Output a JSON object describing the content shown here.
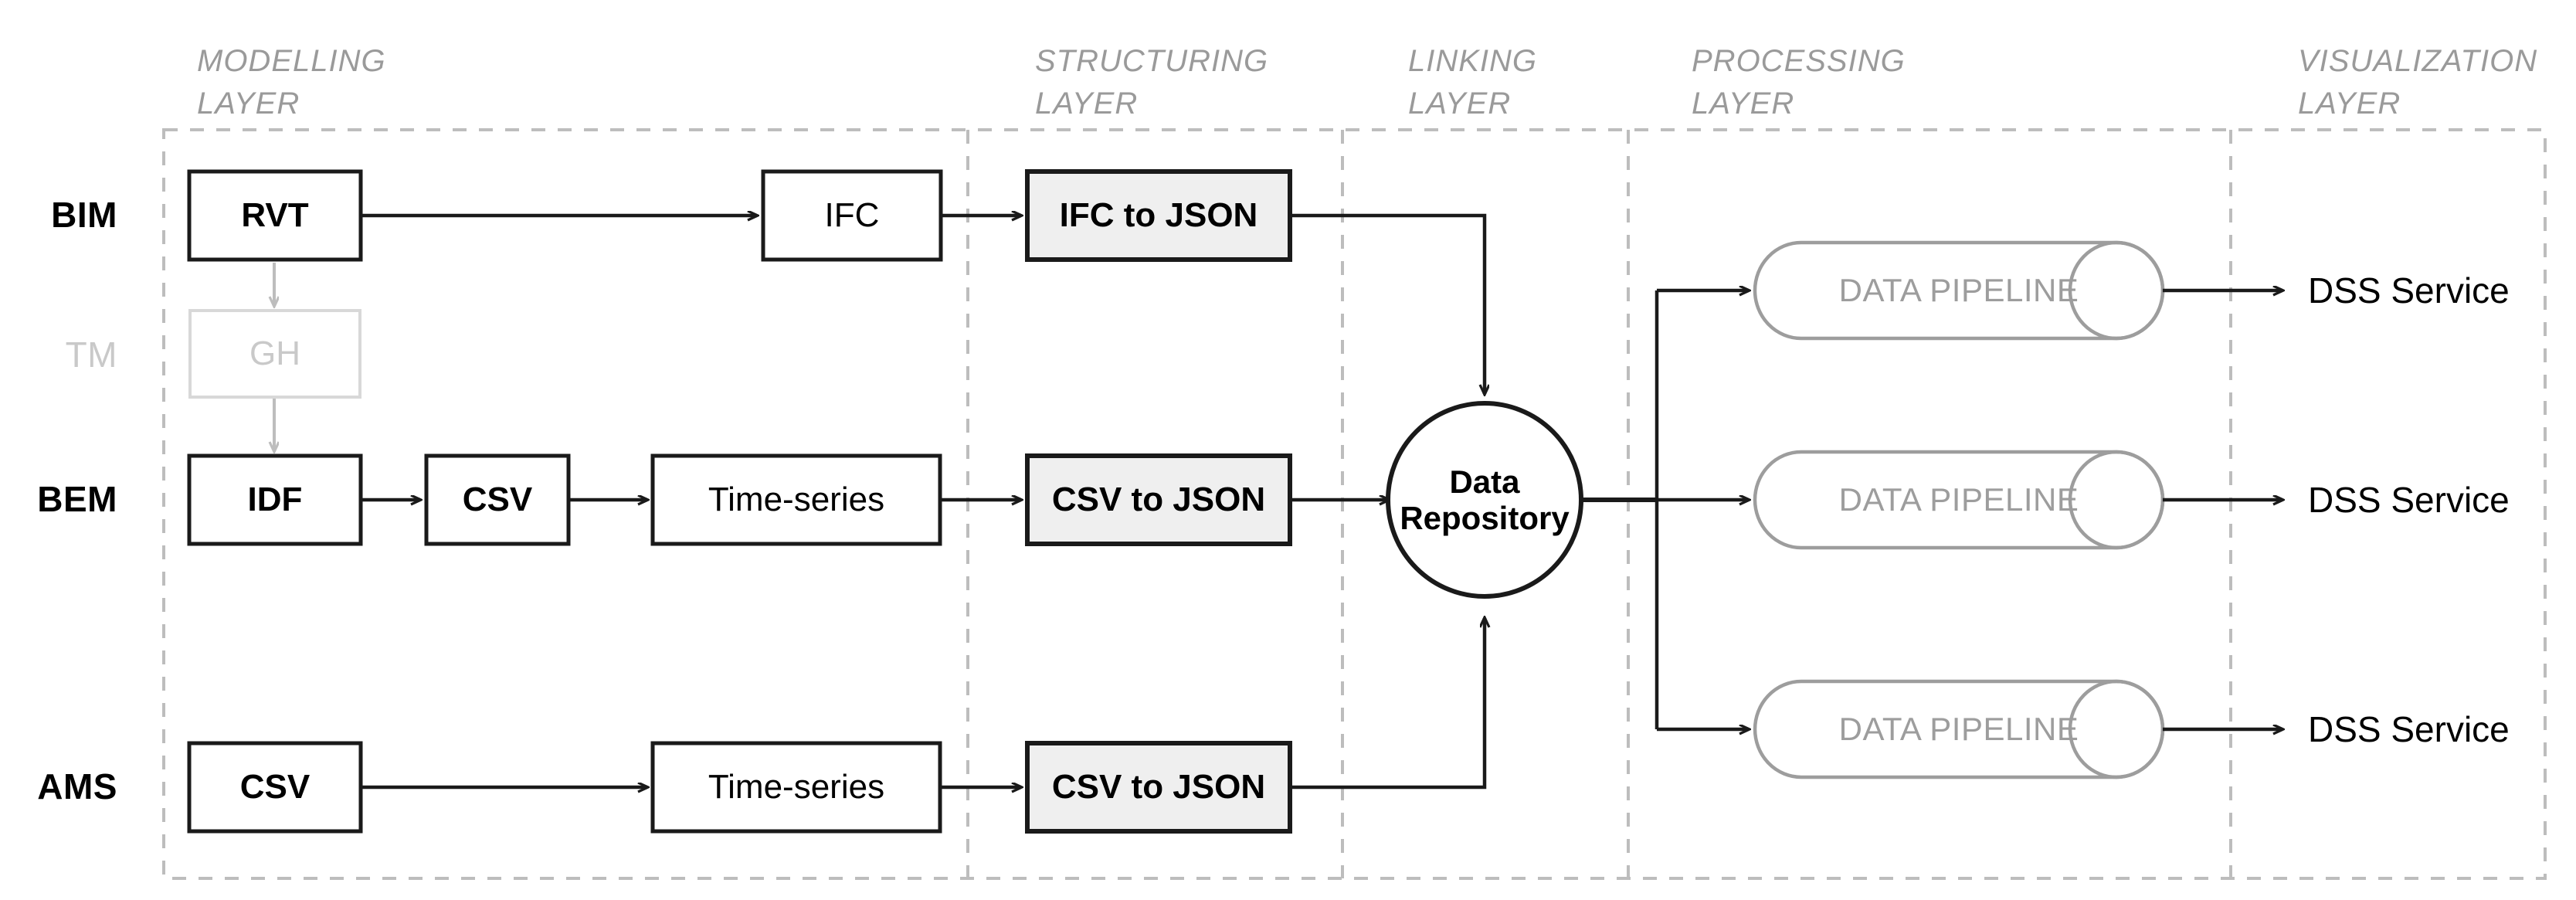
{
  "diagram": {
    "title": "BIM-BEM-AMS data integration layered architecture",
    "colors": {
      "stroke_black": "#1a1a1a",
      "stroke_grey": "#9d9d9d",
      "dashed_grey": "#bdbdbd",
      "muted_text": "#c9c9c9",
      "layer_title": "#9a9a9a",
      "process_fill": "#efefef"
    },
    "layers": [
      {
        "id": "modelling",
        "title": "MODELLING\nLAYER"
      },
      {
        "id": "structuring",
        "title": "STRUCTURING\nLAYER"
      },
      {
        "id": "linking",
        "title": "LINKING\nLAYER"
      },
      {
        "id": "processing",
        "title": "PROCESSING\nLAYER"
      },
      {
        "id": "visualization",
        "title": "VISUALIZATION\nLAYER"
      }
    ],
    "row_labels": [
      {
        "id": "bim",
        "text": "BIM",
        "muted": false
      },
      {
        "id": "tm",
        "text": "TM",
        "muted": true
      },
      {
        "id": "bem",
        "text": "BEM",
        "muted": false
      },
      {
        "id": "ams",
        "text": "AMS",
        "muted": false
      }
    ],
    "nodes": {
      "rvt": "RVT",
      "gh": "GH",
      "idf": "IDF",
      "csv_bem": "CSV",
      "timeseries_bem": "Time-series",
      "csv_ams": "CSV",
      "timeseries_ams": "Time-series",
      "ifc": "IFC",
      "ifc_to_json": "IFC to JSON",
      "csv_to_json_bem": "CSV to JSON",
      "csv_to_json_ams": "CSV to JSON",
      "data_repository": [
        "Data",
        "Repository"
      ],
      "pipeline_1": "DATA PIPELINE",
      "pipeline_2": "DATA PIPELINE",
      "pipeline_3": "DATA PIPELINE",
      "dss_1": "DSS Service",
      "dss_2": "DSS Service",
      "dss_3": "DSS Service"
    }
  }
}
